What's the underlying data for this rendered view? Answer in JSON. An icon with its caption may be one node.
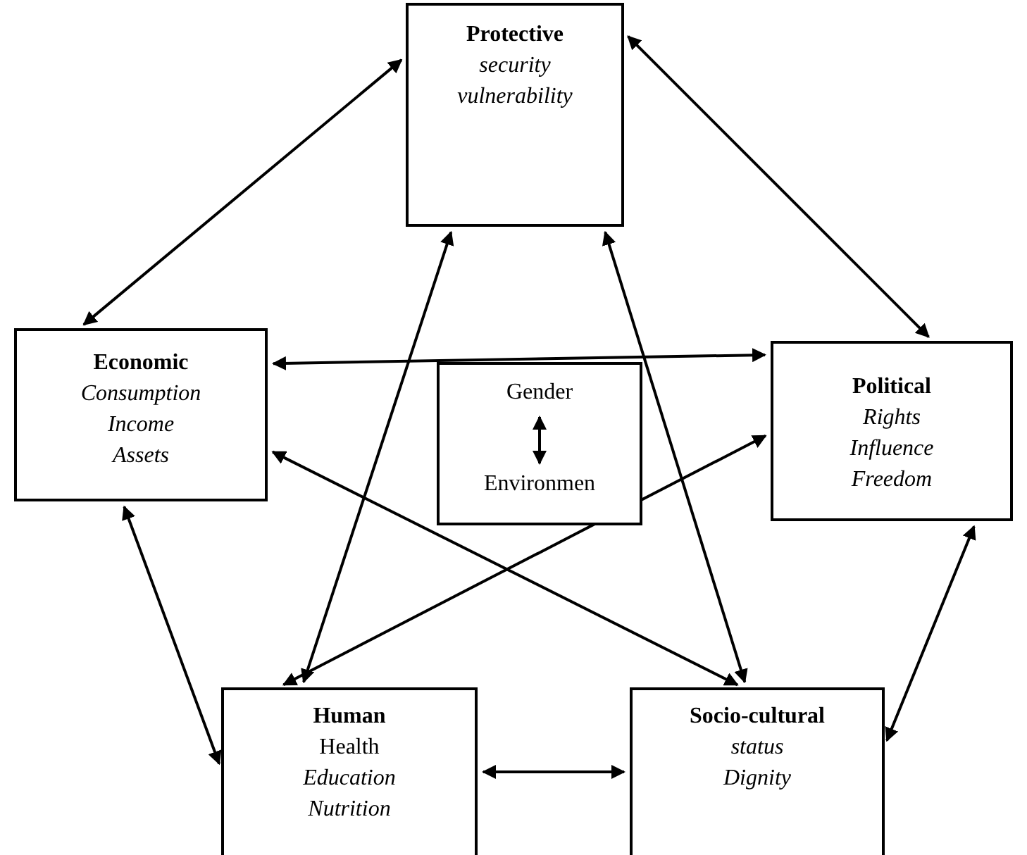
{
  "diagram": {
    "nodes": [
      {
        "text": [
          "Protective",
          "*security vulnerability*"
        ]
      },
      {
        "text": [
          "Economic",
          "*Consumption Income Assets*"
        ]
      },
      {
        "text": [
          "Political",
          "*Rights Influence Freedom*"
        ]
      },
      {
        "text": [],
        "shape": "box"
      },
      {
        "text": [
          "Gender"
        ],
        "in": 3
      },
      {
        "text": [
          "Environmen"
        ],
        "in": 3
      },
      {
        "text": [
          "Human",
          "Health *Education Nutrition*"
        ]
      },
      {
        "text": [
          "Socio-cultural",
          "*status Dignity*"
        ]
      }
    ],
    "edges": [
      {
        "from": 1,
        "to": 0,
        "arrow": "both"
      },
      {
        "from": 0,
        "to": 2,
        "arrow": "both"
      },
      {
        "from": 1,
        "to": 2,
        "arrow": "both"
      },
      {
        "from": 1,
        "to": 7,
        "arrow": "both"
      },
      {
        "from": 0,
        "to": 6,
        "arrow": "both"
      },
      {
        "from": 0,
        "to": 7,
        "arrow": "both"
      },
      {
        "from": 2,
        "to": 6,
        "arrow": "both"
      },
      {
        "from": 1,
        "to": 6,
        "arrow": "both"
      },
      {
        "from": 2,
        "to": 7,
        "arrow": "both"
      },
      {
        "from": 6,
        "to": 7,
        "arrow": "both"
      },
      {
        "from": 4,
        "to": 5,
        "arrow": "both"
      }
    ]
  }
}
